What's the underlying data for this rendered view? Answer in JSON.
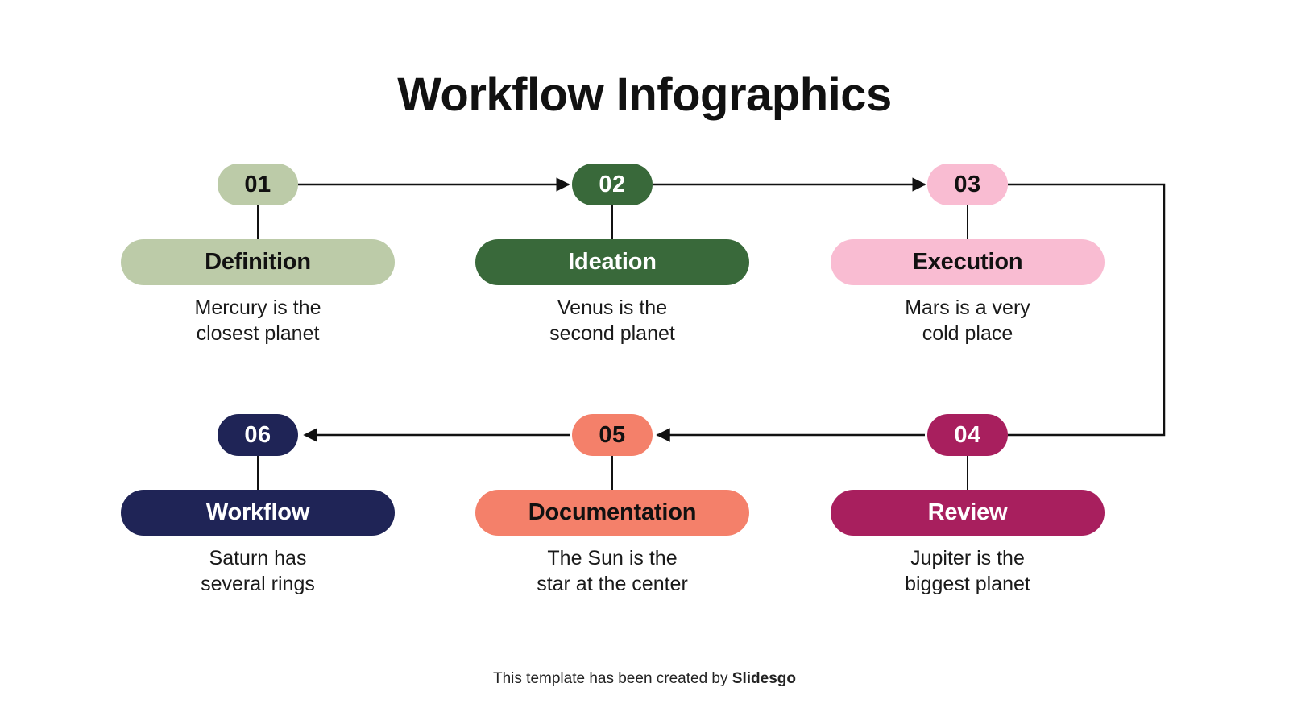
{
  "title": "Workflow Infographics",
  "footer": {
    "text": "This template has been created by ",
    "brand": "Slidesgo"
  },
  "palette": {
    "sage": "#bccba8",
    "forest": "#39693a",
    "pink": "#f9bcd2",
    "magenta": "#a81f5e",
    "coral": "#f4806a",
    "navy": "#1f2456",
    "line": "#111111",
    "background": "#ffffff",
    "dark_text": "#111111",
    "light_text": "#ffffff"
  },
  "steps": [
    {
      "number": "01",
      "label": "Definition",
      "description": "Mercury is the\nclosest planet",
      "fill": "#bccba8",
      "text_color": "#111111"
    },
    {
      "number": "02",
      "label": "Ideation",
      "description": "Venus is the\nsecond planet",
      "fill": "#39693a",
      "text_color": "#ffffff"
    },
    {
      "number": "03",
      "label": "Execution",
      "description": "Mars is a very\ncold place",
      "fill": "#f9bcd2",
      "text_color": "#111111"
    },
    {
      "number": "04",
      "label": "Review",
      "description": "Jupiter is the\nbiggest planet",
      "fill": "#a81f5e",
      "text_color": "#ffffff"
    },
    {
      "number": "05",
      "label": "Documentation",
      "description": "The Sun is the\nstar at the center",
      "fill": "#f4806a",
      "text_color": "#111111"
    },
    {
      "number": "06",
      "label": "Workflow",
      "description": "Saturn has\nseveral rings",
      "fill": "#1f2456",
      "text_color": "#ffffff"
    }
  ],
  "connectors": [
    {
      "name": "arrow-01-to-02",
      "direction": "right"
    },
    {
      "name": "arrow-02-to-03",
      "direction": "right"
    },
    {
      "name": "elbow-03-to-04",
      "direction": "down"
    },
    {
      "name": "arrow-04-to-05",
      "direction": "left"
    },
    {
      "name": "arrow-05-to-06",
      "direction": "left"
    }
  ]
}
